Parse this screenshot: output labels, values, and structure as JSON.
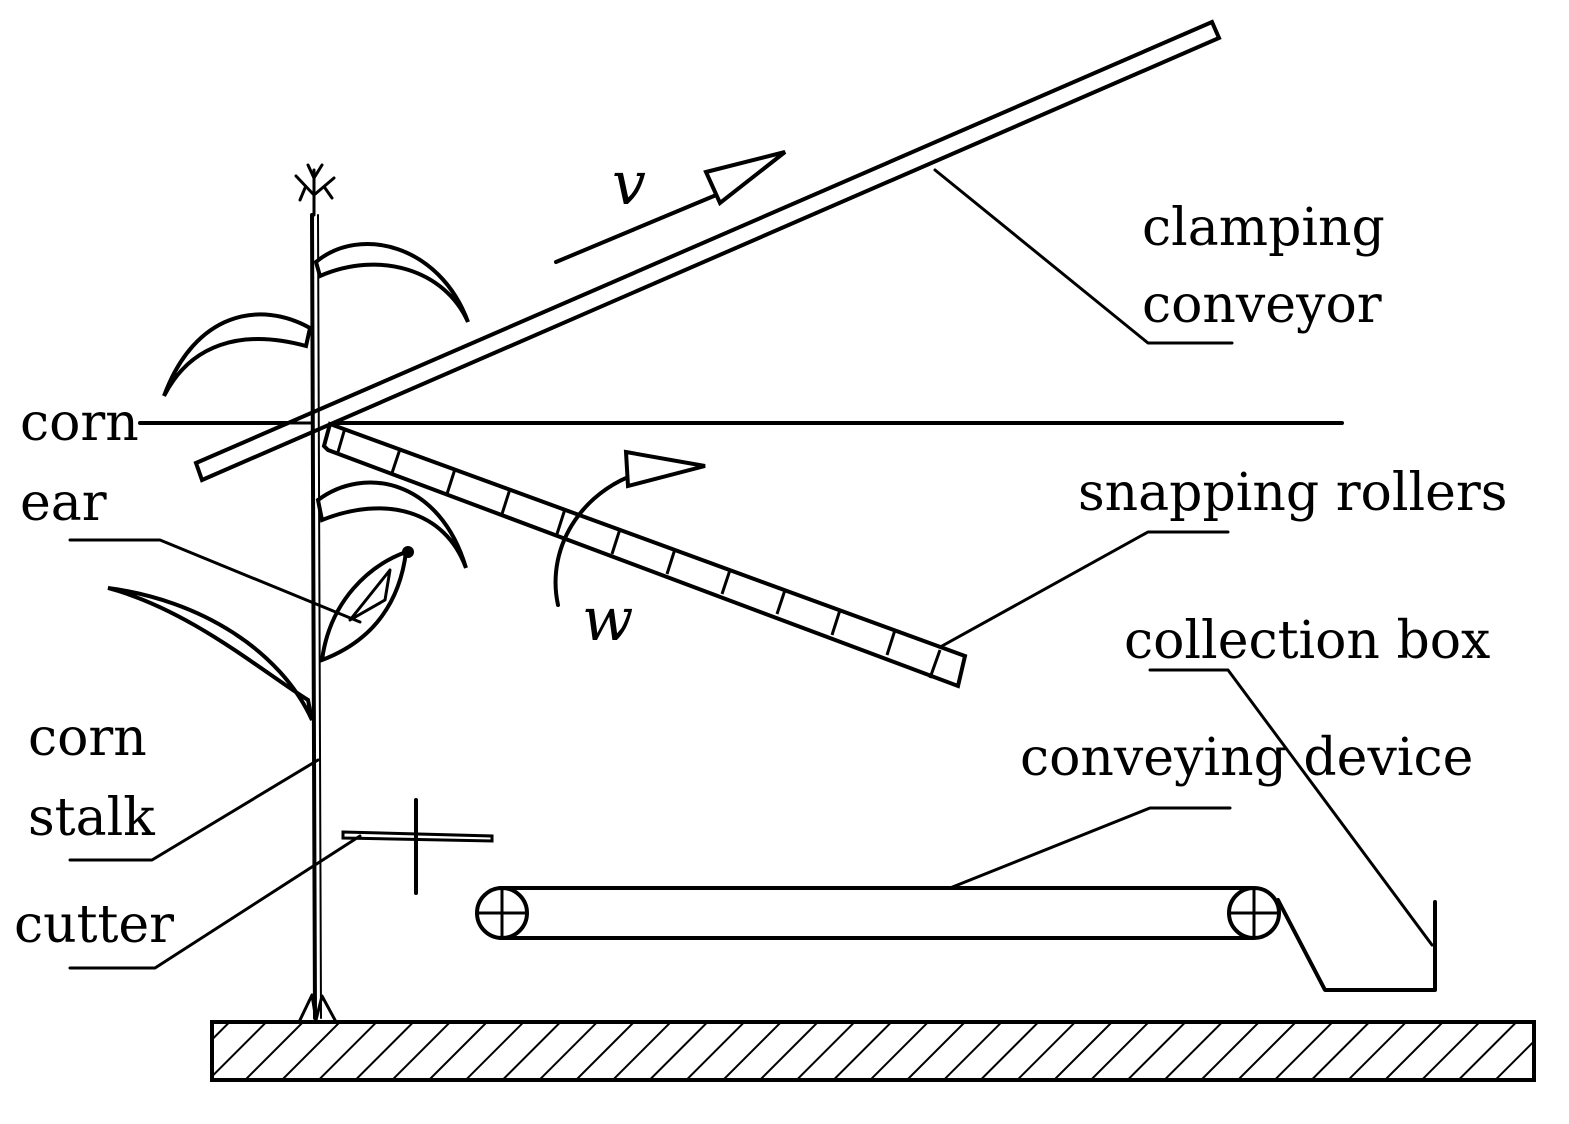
{
  "labels": {
    "clamping_1": "clamping",
    "clamping_2": "conveyor",
    "corn_top": "corn",
    "ear": "ear",
    "snapping_rollers": "snapping rollers",
    "collection_box": "collection box",
    "conveying_device": "conveying device",
    "corn_stalk_1": "corn",
    "corn_stalk_2": "stalk",
    "cutter": "cutter"
  },
  "symbols": {
    "velocity": "v",
    "angular": "w"
  }
}
